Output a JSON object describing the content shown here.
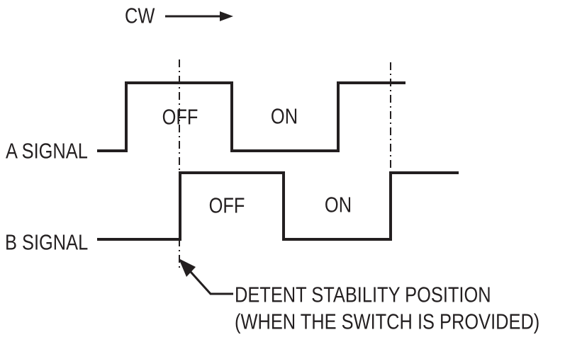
{
  "colors": {
    "ink": "#231f20",
    "background": "#ffffff"
  },
  "header": {
    "direction_label": "CW"
  },
  "waveforms": {
    "a": {
      "name": "A SIGNAL",
      "segments": [
        {
          "level": "LOW",
          "label": ""
        },
        {
          "level": "HIGH",
          "label": "OFF"
        },
        {
          "level": "LOW",
          "label": "ON"
        },
        {
          "level": "HIGH",
          "label": ""
        }
      ]
    },
    "b": {
      "name": "B SIGNAL",
      "segments": [
        {
          "level": "LOW",
          "label": ""
        },
        {
          "level": "HIGH",
          "label": "OFF"
        },
        {
          "level": "LOW",
          "label": "ON"
        },
        {
          "level": "HIGH",
          "label": ""
        }
      ]
    }
  },
  "detent_markers": {
    "count": 2,
    "style": "dash-dot vertical lines"
  },
  "annotation": {
    "line1": "DETENT STABILITY POSITION",
    "line2": "(WHEN THE SWITCH IS PROVIDED)"
  }
}
